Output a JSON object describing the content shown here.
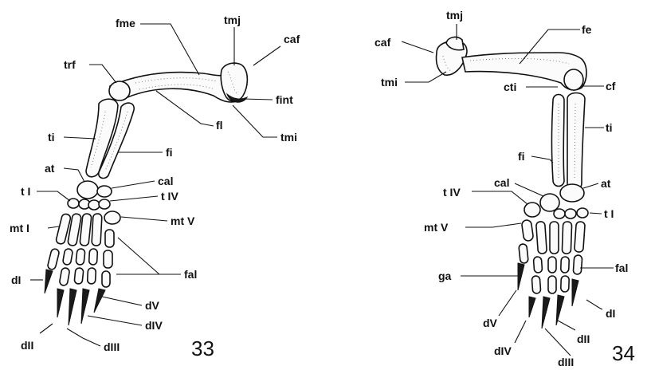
{
  "figures": [
    {
      "number": "33",
      "labels": {
        "fme": "fme",
        "tmj": "tmj",
        "caf": "caf",
        "trf": "trf",
        "fint": "fint",
        "fl": "fl",
        "tmi": "tmi",
        "ti": "ti",
        "fi": "fi",
        "at": "at",
        "cal": "cal",
        "tI": "t I",
        "tIV": "t IV",
        "mtI": "mt I",
        "mtV": "mt V",
        "fal": "fal",
        "dI": "dI",
        "dV": "dV",
        "dIV": "dIV",
        "dII": "dII",
        "dIII": "dIII"
      }
    },
    {
      "number": "34",
      "labels": {
        "tmj": "tmj",
        "caf": "caf",
        "fe": "fe",
        "tmi": "tmi",
        "cti": "cti",
        "cf": "cf",
        "ti": "ti",
        "fi": "fi",
        "cal": "cal",
        "at": "at",
        "tIV": "t IV",
        "tI": "t I",
        "mtV": "mt V",
        "ga": "ga",
        "fal": "fal",
        "dI": "dI",
        "dV": "dV",
        "dII": "dII",
        "dIV": "dIV",
        "dIII": "dIII"
      }
    }
  ]
}
